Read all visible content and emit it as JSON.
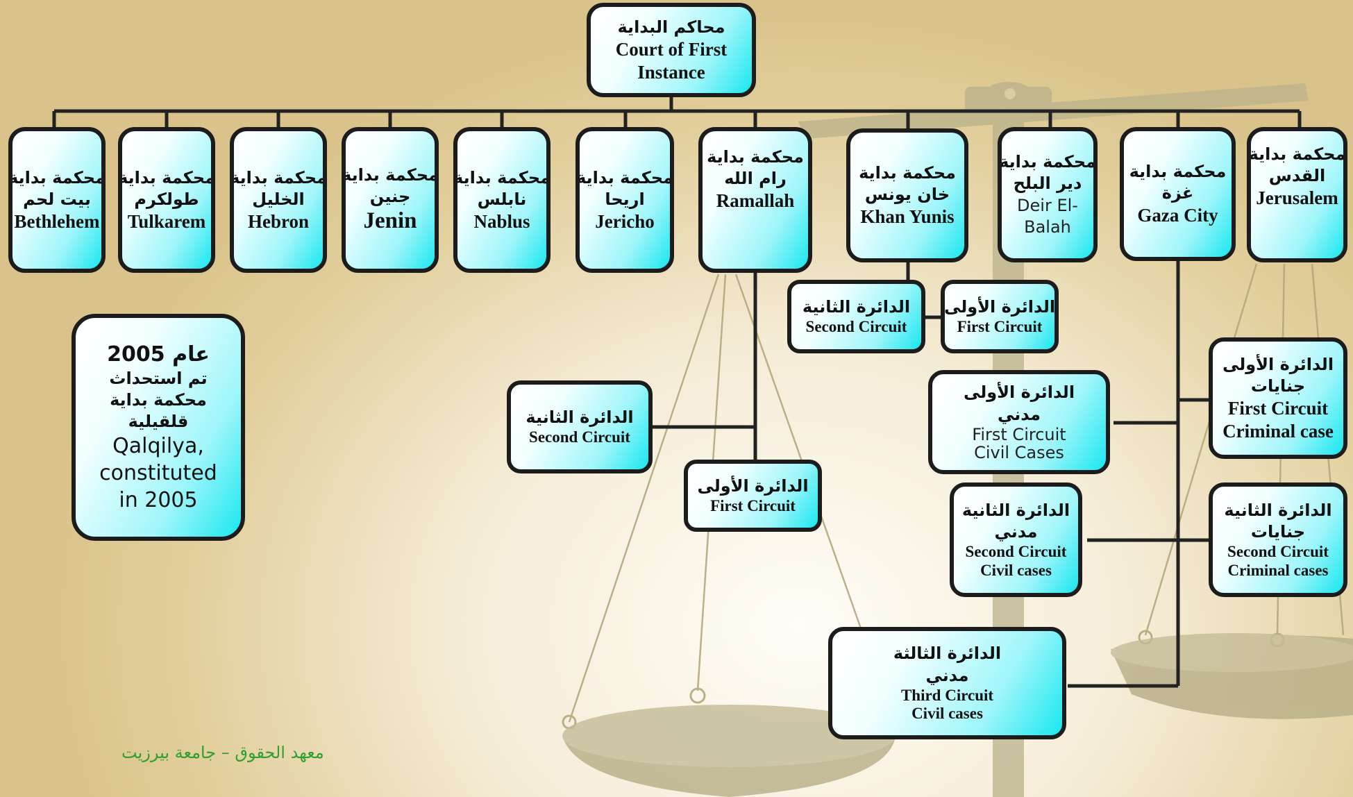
{
  "root": {
    "ar": "محاكم البداية",
    "en": "Court of First Instance"
  },
  "courts": {
    "bethlehem": {
      "ar1": "محكمة بداية",
      "ar2": "بيت لحم",
      "en": "Bethlehem"
    },
    "tulkarem": {
      "ar1": "محكمة بداية",
      "ar2": "طولكرم",
      "en": "Tulkarem"
    },
    "hebron": {
      "ar1": "محكمة بداية",
      "ar2": "الخليل",
      "en": "Hebron"
    },
    "jenin": {
      "ar1": "محكمة بداية",
      "ar2": "جنين",
      "en": "Jenin"
    },
    "nablus": {
      "ar1": "محكمة بداية",
      "ar2": "نابلس",
      "en": "Nablus"
    },
    "jericho": {
      "ar1": "محكمة بداية",
      "ar2": "اريحا",
      "en": "Jericho"
    },
    "ramallah": {
      "ar1": "محكمة بداية",
      "ar2": "رام الله",
      "en": "Ramallah"
    },
    "khan_yunis": {
      "ar1": "محكمة بداية",
      "ar2": "خان يونس",
      "en": "Khan Yunis"
    },
    "deir_el_balah": {
      "ar1": "محكمة بداية",
      "ar2": "دير البلح",
      "en1": "Deir El-",
      "en2": "Balah"
    },
    "gaza_city": {
      "ar1": "محكمة بداية",
      "ar2": "غزة",
      "en": "Gaza City"
    },
    "jerusalem": {
      "ar1": "محكمة بداية",
      "ar2": "القدس",
      "en": "Jerusalem"
    }
  },
  "circuits": {
    "ky_second": {
      "ar": "الدائرة الثانية",
      "en": "Second Circuit"
    },
    "ky_first": {
      "ar": "الدائرة الأولى",
      "en": "First Circuit"
    },
    "ram_second": {
      "ar": "الدائرة الثانية",
      "en": "Second Circuit"
    },
    "ram_first": {
      "ar": "الدائرة الأولى",
      "en": "First Circuit"
    },
    "gaza_first_civil": {
      "ar1": "الدائرة الأولى",
      "ar2": "مدني",
      "en1": "First Circuit",
      "en2": "Civil Cases"
    },
    "gaza_second_civil": {
      "ar1": "الدائرة الثانية",
      "ar2": "مدني",
      "en1": "Second Circuit",
      "en2": "Civil cases"
    },
    "gaza_third_civil": {
      "ar1": "الدائرة الثالثة",
      "ar2": "مدني",
      "en1": "Third Circuit",
      "en2": "Civil cases"
    },
    "gaza_first_criminal": {
      "ar1": "الدائرة الأولى",
      "ar2": "جنايات",
      "en1": "First Circuit",
      "en2": "Criminal case"
    },
    "gaza_second_criminal": {
      "ar1": "الدائرة الثانية",
      "ar2": "جنايات",
      "en1": "Second Circuit",
      "en2": "Criminal cases"
    }
  },
  "note": {
    "ar1": "عام 2005",
    "ar2": "تم استحداث",
    "ar3": "محكمة بداية",
    "ar4": "قلقيلية",
    "en1": "Qalqilya,",
    "en2": "constituted",
    "en3": "in 2005"
  },
  "footer": "معهد الحقوق – جامعة بيرزيت",
  "colors": {
    "box_border": "#1c1c1c",
    "box_fill_start": "#ffffff",
    "box_fill_end": "#19e7f0",
    "connector": "#222222",
    "footer_text": "#2fa02f"
  }
}
